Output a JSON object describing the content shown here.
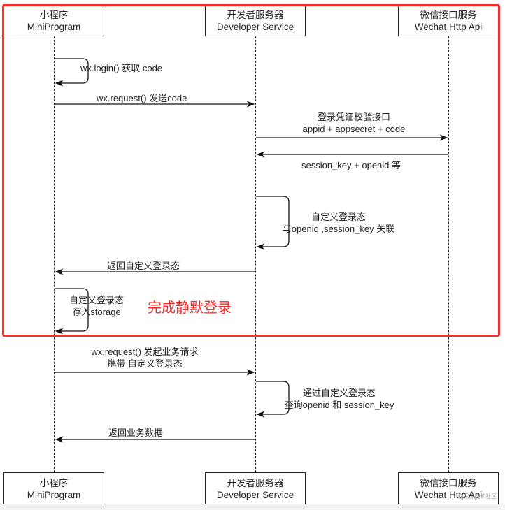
{
  "actors": [
    {
      "id": "miniprogram",
      "cn": "小程序",
      "en": "MiniProgram"
    },
    {
      "id": "developer",
      "cn": "开发者服务器",
      "en": "Developer Service"
    },
    {
      "id": "wechat",
      "cn": "微信接口服务",
      "en": "Wechat Http Api"
    }
  ],
  "messages": [
    {
      "from": "miniprogram",
      "to": "miniprogram",
      "type": "self",
      "lines": [
        "wx.login() 获取 code"
      ]
    },
    {
      "from": "miniprogram",
      "to": "developer",
      "type": "call",
      "lines": [
        "wx.request() 发送code"
      ]
    },
    {
      "from": "developer",
      "to": "wechat",
      "type": "call",
      "lines": [
        "登录凭证校验接口",
        "appid + appsecret + code"
      ]
    },
    {
      "from": "wechat",
      "to": "developer",
      "type": "return",
      "lines": [
        "session_key + openid 等"
      ]
    },
    {
      "from": "developer",
      "to": "developer",
      "type": "self",
      "lines": [
        "自定义登录态",
        "与openid ,session_key 关联"
      ]
    },
    {
      "from": "developer",
      "to": "miniprogram",
      "type": "return",
      "lines": [
        "返回自定义登录态"
      ]
    },
    {
      "from": "miniprogram",
      "to": "miniprogram",
      "type": "self",
      "lines": [
        "自定义登录态",
        "存入storage"
      ]
    },
    {
      "from": "miniprogram",
      "to": "developer",
      "type": "call",
      "lines": [
        "wx.request() 发起业务请求",
        "携带 自定义登录态"
      ]
    },
    {
      "from": "developer",
      "to": "developer",
      "type": "self",
      "lines": [
        "通过自定义登录态",
        "查询openid 和 session_key"
      ]
    },
    {
      "from": "developer",
      "to": "miniprogram",
      "type": "return",
      "lines": [
        "返回业务数据"
      ]
    }
  ],
  "frame": {
    "label": "完成静默登录",
    "color": "#ff2222"
  },
  "watermark": "@掘金技术社区"
}
